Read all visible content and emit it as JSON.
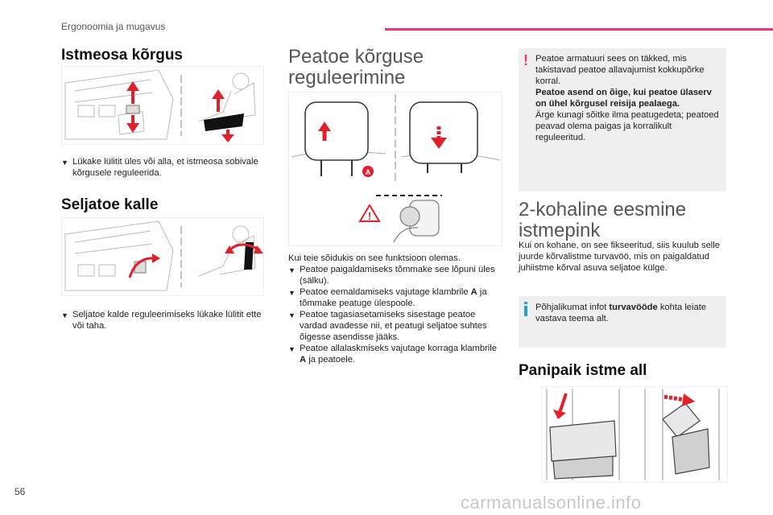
{
  "header": {
    "section": "Ergonoomia ja mugavus"
  },
  "col1": {
    "seat_height": {
      "title": "Istmeosa kõrgus",
      "bullet": "Lükake lülitit üles või alla, et istmeosa sobivale kõrgusele reguleerida."
    },
    "backrest": {
      "title": "Seljatoe kalle",
      "bullet": "Seljatoe kalde reguleerimiseks lükake lülitit ette või taha."
    }
  },
  "col2": {
    "title_line1": "Peatoe kõrguse",
    "title_line2": "reguleerimine",
    "figure_label": "A",
    "intro": "Kui teie sõidukis on see funktsioon olemas.",
    "bullets": [
      {
        "text": "Peatoe paigaldamiseks tõmmake see lõpuni üles (sälku)."
      },
      {
        "pre": "Peatoe eemaldamiseks vajutage klambrile ",
        "bold": "A",
        "post": " ja tõmmake peatuge ülespoole."
      },
      {
        "text": "Peatoe tagasiasetamiseks sisestage peatoe vardad avadesse nii, et peatugi seljatoe suhtes õigesse asendisse jääks."
      },
      {
        "pre": "Peatoe allalaskmiseks vajutage korraga klambrile ",
        "bold": "A",
        "post": " ja peatoele."
      }
    ]
  },
  "col3": {
    "warning": {
      "p1": "Peatoe armatuuri sees on täkked, mis takistavad peatoe allavajumist kokkupõrke korral.",
      "p2": "Peatoe asend on õige, kui peatoe ülaserv on ühel kõrgusel reisija pealaega.",
      "p3": "Ärge kunagi sõitke ilma peatugedeta; peatoed peavad olema paigas ja korralikult reguleeritud."
    },
    "two_seat": {
      "title_line1": "2-kohaline eesmine",
      "title_line2": "istmepink",
      "body": "Kui on kohane, on see fikseeritud, siis kuulub selle juurde kõrvalistme turvavöö, mis on paigaldatud juhiistme kõrval asuva seljatoe külge."
    },
    "info": {
      "pre": "Põhjalikumat infot ",
      "bold": "turvavööde",
      "post": " kohta leiate vastava teema alt."
    },
    "under_seat": {
      "title": "Panipaik istme all"
    }
  },
  "footer": {
    "page_number": "56",
    "watermark": "carmanualsonline.info"
  },
  "colors": {
    "accent": "#e8347f",
    "arrow_red": "#e0202a",
    "info_blue": "#2aa0d8"
  }
}
